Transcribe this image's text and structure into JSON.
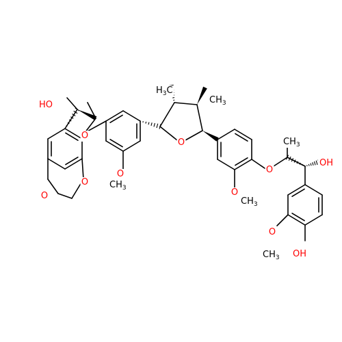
{
  "colors": {
    "carbon": "#000000",
    "oxygen": "#ff0000",
    "background": "#ffffff"
  },
  "labels": {
    "ho_top": "HO",
    "o_ether_left": "O",
    "o_dioxole_1": "O",
    "o_dioxole_2": "O",
    "o_methoxy_left": "O",
    "ch3_methoxy_left": "CH",
    "h3c_ring": "H",
    "h3c_ring_text": "C",
    "ch3_ring": "CH",
    "o_furan": "O",
    "o_methoxy_mid": "O",
    "ch3_methoxy_mid": "CH",
    "o_ether_right": "O",
    "oh_right": "OH",
    "o_methoxy_right": "O",
    "ch3_methoxy_right": "CH",
    "oh_phenol": "OH",
    "subscript_3": "3"
  }
}
